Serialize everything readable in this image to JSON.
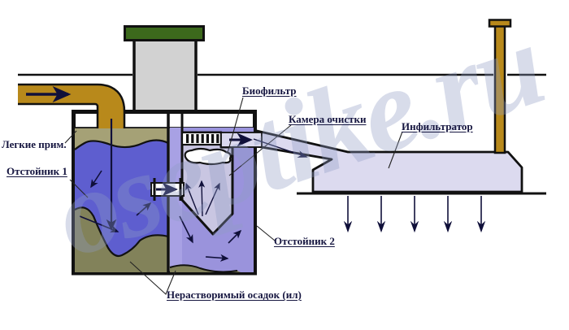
{
  "watermark": {
    "text": "oseptike.ru"
  },
  "labels": {
    "light_impurities": "Легкие прим.",
    "settler_1": "Отстойник 1",
    "biofilter": "Биофильтр",
    "cleaning_chamber": "Камера очистки",
    "infiltrator": "Инфильтратор",
    "settler_2": "Отстойник 2",
    "insoluble_sediment": "Нерастворимый осадок (ил)"
  },
  "colors": {
    "chamber1_liquid": "#5e5ecf",
    "chamber2_liquid": "#9a93dc",
    "divider_channel": "#a8a1e4",
    "scum_layer": "#a5a176",
    "sediment": "#82825a",
    "clean_chamber_fill": "#c9c6e2",
    "outlet_channel": "#dbd9ee",
    "infiltrator_fill": "#dcdaef",
    "pipe_gold": "#b8891b",
    "riser_gray": "#d2d2d2",
    "cap_green": "#3c691c",
    "arrow": "#10103a",
    "label_text": "#161640",
    "watermark_color": "#8f9cc4"
  }
}
